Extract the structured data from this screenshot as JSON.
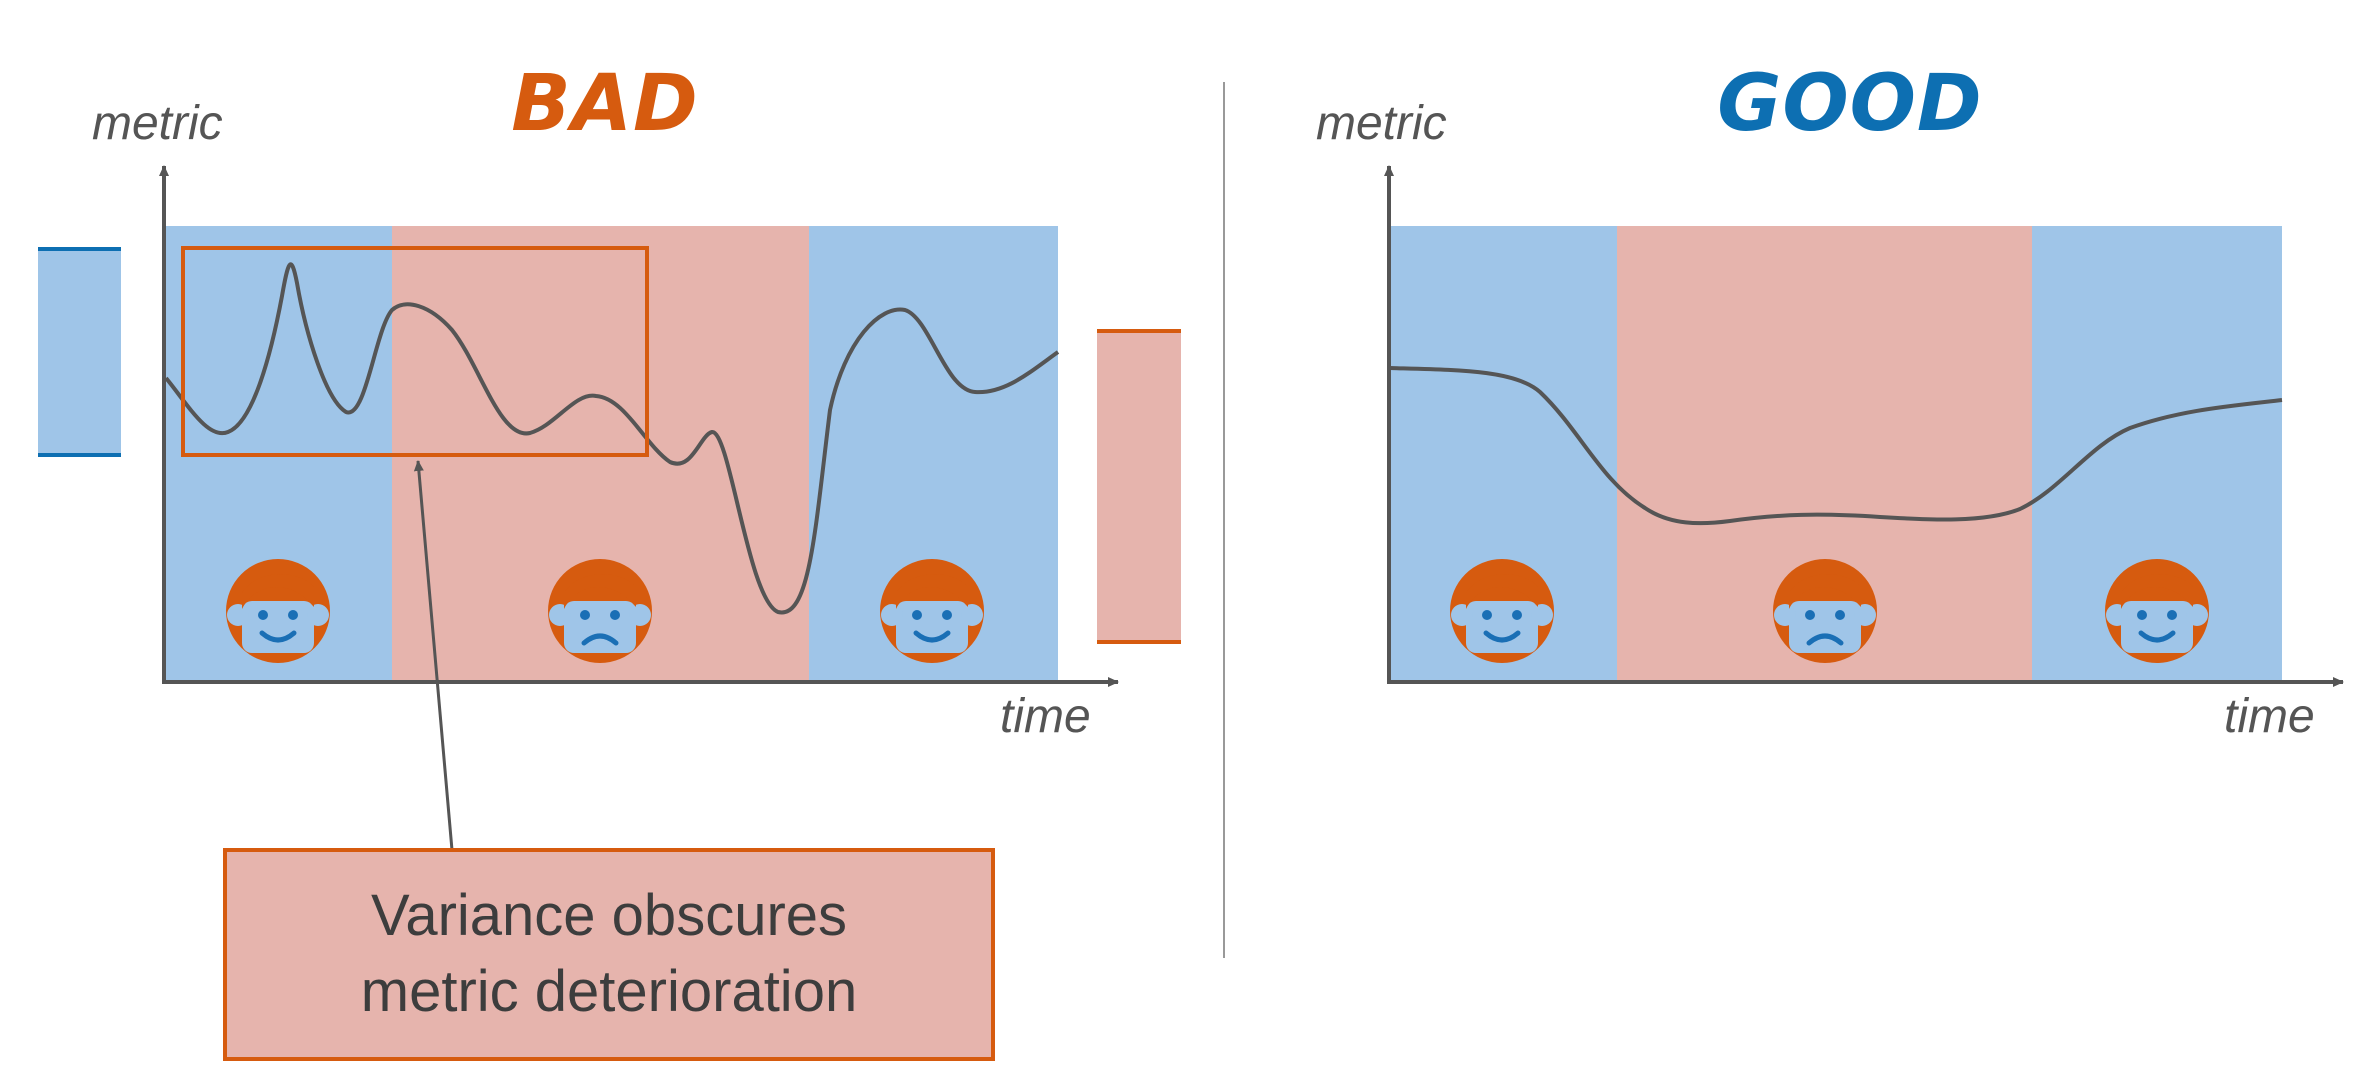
{
  "bad_panel": {
    "heading": "BAD",
    "y_label": "metric",
    "x_label": "time",
    "callout": {
      "line1": "Variance obscures",
      "line2": "metric deterioration"
    }
  },
  "good_panel": {
    "heading": "GOOD",
    "y_label": "metric",
    "x_label": "time"
  },
  "period_sequence": [
    "happy",
    "sad",
    "happy"
  ],
  "colors": {
    "bad": "#d65b0f",
    "good": "#0d6fb2",
    "happy_band": "#9fc5e8",
    "sad_band": "#e6b4ad",
    "face": "#d65b0f",
    "face_skin": "#9fc5e8",
    "face_features": "#1a6fb5",
    "axis": "#555555",
    "curve": "#555555",
    "divider": "#999999"
  },
  "icons": [
    "arrow-up-icon",
    "arrow-right-icon",
    "happy-face-icon",
    "sad-face-icon"
  ]
}
